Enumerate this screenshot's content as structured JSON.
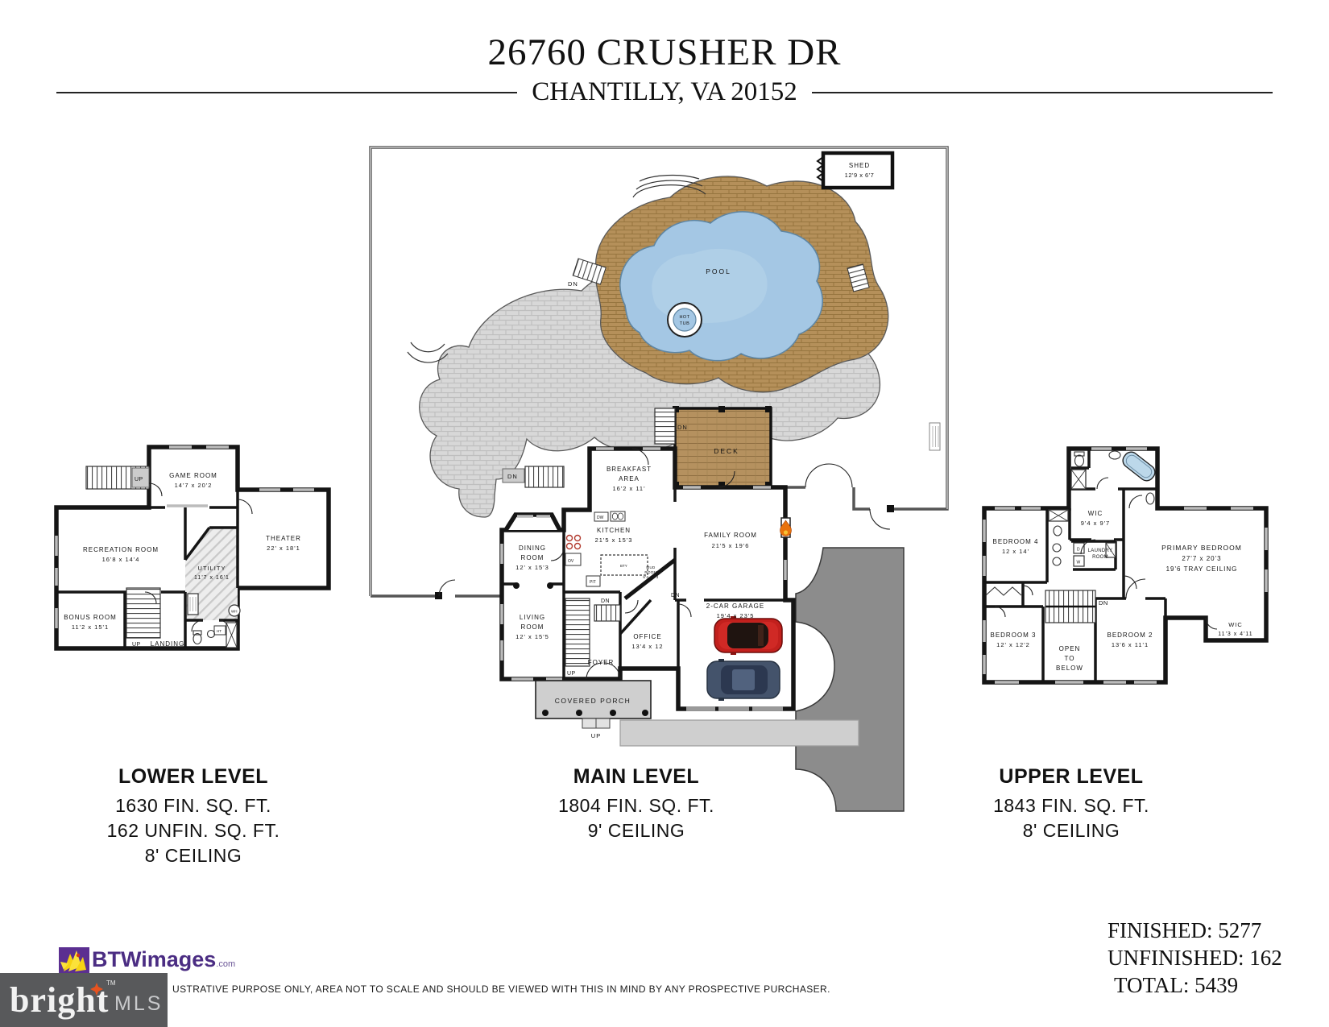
{
  "header": {
    "title": "26760 CRUSHER DR",
    "subtitle": "CHANTILLY, VA 20152"
  },
  "site": {
    "shed": {
      "lines": [
        "SHED",
        "12'9 x 6'7"
      ]
    },
    "pool_label": "POOL",
    "hot_tub": {
      "lines": [
        "HOT",
        "TUB"
      ]
    },
    "deck_label": "DECK",
    "dn_pool": "DN",
    "dn_deck": "DN",
    "dn_patio": "DN"
  },
  "main_level": {
    "rooms": {
      "breakfast": {
        "lines": [
          "BREAKFAST",
          "AREA",
          "16'2 x 11'"
        ]
      },
      "kitchen": {
        "lines": [
          "KITCHEN",
          "21'5 x 15'3"
        ]
      },
      "dining": {
        "lines": [
          "DINING",
          "ROOM",
          "12' x 15'3"
        ]
      },
      "living": {
        "lines": [
          "LIVING",
          "ROOM",
          "12' x 15'5"
        ]
      },
      "family": {
        "lines": [
          "FAMILY ROOM",
          "21'5 x 19'6"
        ]
      },
      "office": {
        "lines": [
          "OFFICE",
          "13'4 x 12"
        ]
      },
      "mud": {
        "lines": [
          "MUD",
          "ROOM",
          "6'4 x 7'3"
        ]
      },
      "garage": {
        "lines": [
          "2-CAR GARAGE",
          "19'4 x 23'5"
        ]
      },
      "foyer": "FOYER",
      "porch": "COVERED PORCH"
    },
    "labels": {
      "up_stair": "UP",
      "up_porch": "UP",
      "dn_stair": "DN",
      "dn_garage": "DN",
      "pantry": "PIT",
      "dw": "DW",
      "ov": "OV",
      "island": "BTY"
    }
  },
  "lower_level": {
    "rooms": {
      "game": {
        "lines": [
          "GAME ROOM",
          "14'7 x 20'2"
        ]
      },
      "recreation": {
        "lines": [
          "RECREATION ROOM",
          "16'8 x 14'4"
        ]
      },
      "theater": {
        "lines": [
          "THEATER",
          "22' x 18'1"
        ]
      },
      "utility": {
        "lines": [
          "UTILITY",
          "11'7 x 16'1"
        ]
      },
      "bonus": {
        "lines": [
          "BONUS ROOM",
          "11'2 x 15'1"
        ]
      },
      "landing": "LANDING"
    },
    "labels": {
      "up_entry": "UP",
      "up_stair": "UP",
      "wh": "WH",
      "s": "S",
      "ht": "HT"
    }
  },
  "upper_level": {
    "rooms": {
      "wic": {
        "lines": [
          "WIC",
          "9'4 x 9'7"
        ]
      },
      "bedroom4": {
        "lines": [
          "BEDROOM 4",
          "12 x 14'"
        ]
      },
      "laundry": {
        "lines": [
          "LAUNDRY",
          "ROOM"
        ]
      },
      "primary": {
        "lines": [
          "PRIMARY BEDROOM",
          "27'7 x 20'3",
          "19'6 TRAY CEILING"
        ]
      },
      "bedroom3": {
        "lines": [
          "BEDROOM 3",
          "12' x 12'2"
        ]
      },
      "bedroom2": {
        "lines": [
          "BEDROOM 2",
          "13'6 x 11'1"
        ]
      },
      "open_below": {
        "lines": [
          "OPEN",
          "TO",
          "BELOW"
        ]
      },
      "wic2": {
        "lines": [
          "WIC",
          "11'3 x 4'11"
        ]
      }
    },
    "labels": {
      "dn": "DN",
      "washer": "W",
      "dryer": "D"
    }
  },
  "captions": {
    "lower": {
      "title": "LOWER LEVEL",
      "lines": [
        "1630 FIN. SQ. FT.",
        "162 UNFIN. SQ. FT.",
        "8' CEILING"
      ]
    },
    "main": {
      "title": "MAIN LEVEL",
      "lines": [
        "1804 FIN. SQ. FT.",
        "9' CEILING"
      ]
    },
    "upper": {
      "title": "UPPER LEVEL",
      "lines": [
        "1843 FIN. SQ. FT.",
        "8' CEILING"
      ]
    }
  },
  "footer": {
    "btw": {
      "name": "BTWimages",
      "tld": ".com"
    },
    "bright": {
      "word": "bright",
      "tm": "TM",
      "mls": "MLS"
    },
    "disclaimer": "USTRATIVE PURPOSE ONLY, AREA NOT TO SCALE AND SHOULD BE VIEWED WITH THIS IN MIND BY ANY PROSPECTIVE PURCHASER.",
    "totals": {
      "finished": "FINISHED: 5277",
      "unfinished": "UNFINISHED: 162",
      "total": "TOTAL: 5439"
    }
  },
  "colors": {
    "pool": "#a4c7e4",
    "brick_patio": "#b5905a",
    "paver_patio": "#d8d8d8",
    "deck": "#b5915f",
    "driveway": "#8c8c8c",
    "btw_purple": "#4b2d83",
    "bright_orange": "#e8531f"
  }
}
